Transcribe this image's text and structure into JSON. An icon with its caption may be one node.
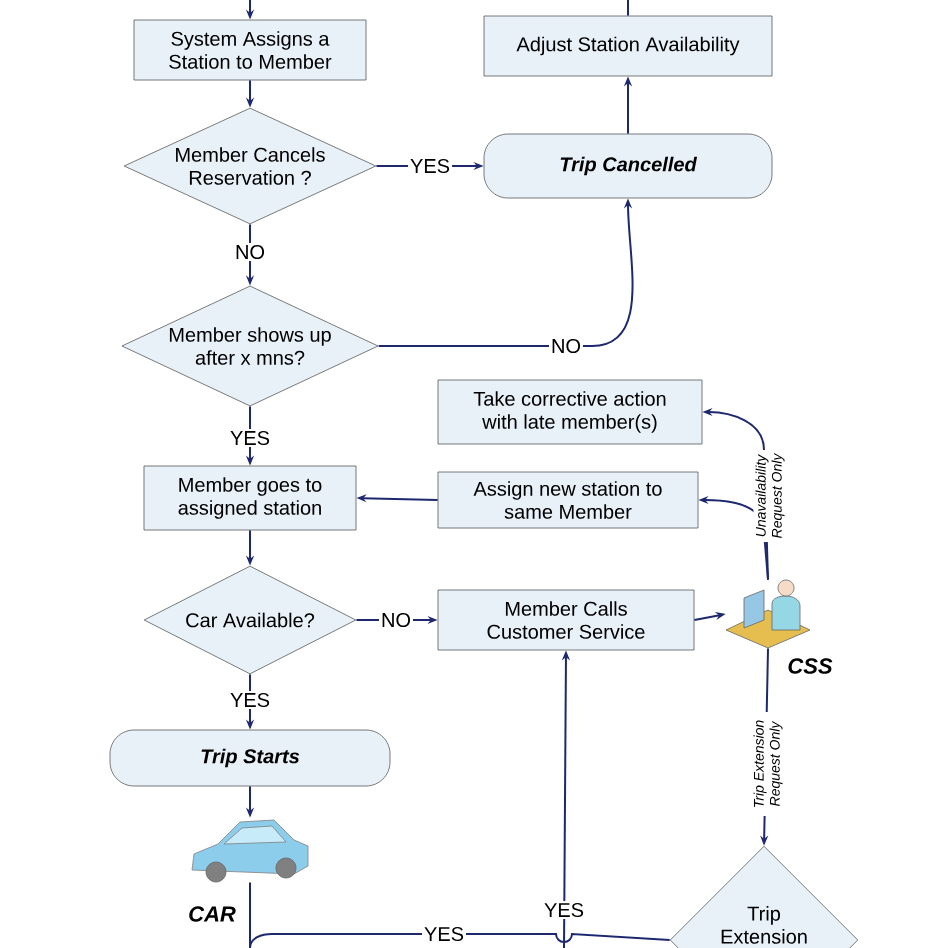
{
  "diagram": {
    "nodes": [
      {
        "text": [
          "System Assigns a Station to Member"
        ]
      },
      {
        "text": [
          "Adjust Station Availability"
        ]
      },
      {
        "text": [
          "Member Cancels Reservation ?"
        ]
      },
      {
        "text": [
          "Trip Cancelled"
        ]
      },
      {
        "text": [
          "Member shows up after x mns?"
        ]
      },
      {
        "text": [
          "Take corrective action with late member(s)"
        ]
      },
      {
        "text": [
          "Member goes to assigned station"
        ]
      },
      {
        "text": [
          "Assign new station to same Member"
        ]
      },
      {
        "text": [
          "Car Available?"
        ]
      },
      {
        "text": [
          "Member Calls Customer Service"
        ]
      },
      {
        "text": [],
        "shape": "person",
        "beside": [
          "CSS"
        ]
      },
      {
        "text": [
          "Trip Starts"
        ]
      },
      {
        "text": [],
        "shape": "picture",
        "beside": [
          "CAR"
        ]
      },
      {
        "text": [
          "Trip Extension"
        ]
      }
    ],
    "edges": [
      {
        "from": null,
        "to": 0,
        "arrow": "to"
      },
      {
        "from": 0,
        "to": 2,
        "arrow": "to"
      },
      {
        "from": 2,
        "to": 3,
        "arrow": "to",
        "label": "YES"
      },
      {
        "from": 2,
        "to": 4,
        "arrow": "to",
        "label": "NO"
      },
      {
        "from": 4,
        "to": 3,
        "arrow": "to",
        "label": "NO"
      },
      {
        "from": 3,
        "to": 1,
        "arrow": "to"
      },
      {
        "from": 1,
        "to": null,
        "arrow": "none"
      },
      {
        "from": 4,
        "to": 6,
        "arrow": "to",
        "label": "YES"
      },
      {
        "from": 7,
        "to": 6,
        "arrow": "to"
      },
      {
        "from": 6,
        "to": 8,
        "arrow": "to"
      },
      {
        "from": 8,
        "to": 9,
        "arrow": "to",
        "label": "NO"
      },
      {
        "from": 8,
        "to": 11,
        "arrow": "to",
        "label": "YES"
      },
      {
        "from": 11,
        "to": 12,
        "arrow": "to"
      },
      {
        "from": 9,
        "to": 10,
        "arrow": "to"
      },
      {
        "from": 10,
        "to": 5,
        "arrow": "to",
        "label": "Unavailability Request Only"
      },
      {
        "from": 10,
        "to": 7,
        "arrow": "to"
      },
      {
        "from": 10,
        "to": 13,
        "arrow": "to",
        "label": "Trip Extension Request Only"
      },
      {
        "from": 13,
        "to": null,
        "arrow": "none",
        "label": "YES"
      },
      {
        "from": null,
        "to": 9,
        "arrow": "to",
        "label": "YES"
      },
      {
        "from": 12,
        "to": null,
        "arrow": "none"
      }
    ]
  }
}
